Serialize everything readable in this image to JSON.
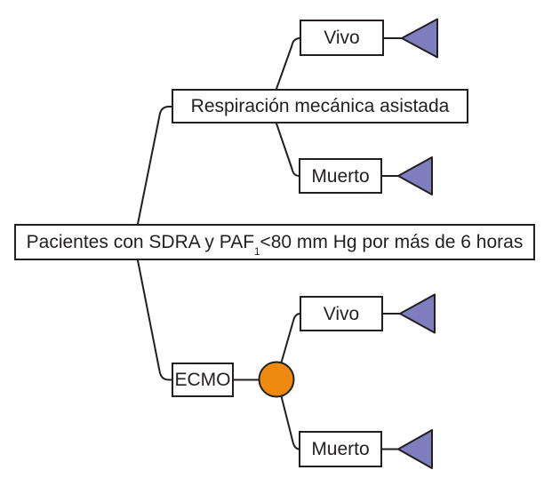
{
  "colors": {
    "line": "#231f20",
    "terminal_fill": "#7e7ebe",
    "chance_fill": "#ee8a10",
    "box_fill": "#ffffff",
    "text": "#231f20"
  },
  "tree": {
    "root": {
      "label_prefix": "Pacientes con SDRA y PAF",
      "label_subscript": "1",
      "label_suffix": "<80 mm Hg por más de 6 horas"
    },
    "branch_ventilation": {
      "label": "Respiración mecánica asistada",
      "outcomes": {
        "alive": "Vivo",
        "dead": "Muerto"
      }
    },
    "branch_ecmo": {
      "label": "ECMO",
      "outcomes": {
        "alive": "Vivo",
        "dead": "Muerto"
      }
    }
  }
}
